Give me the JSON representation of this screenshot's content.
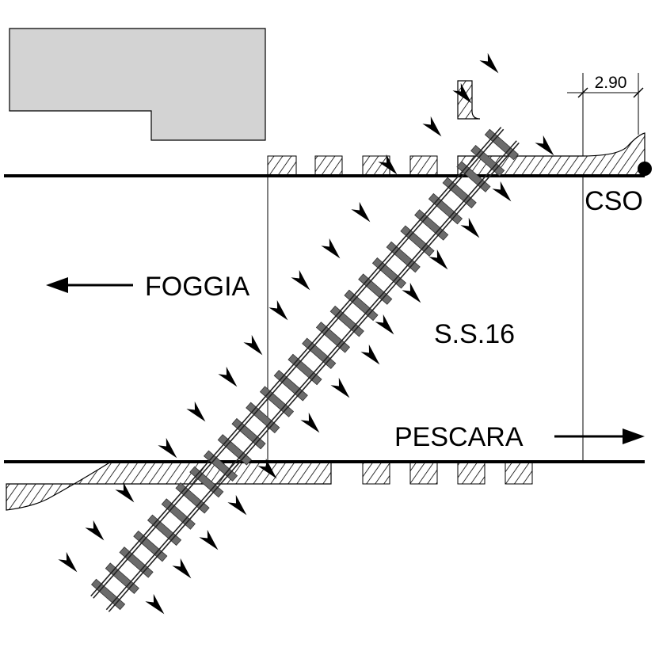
{
  "labels": {
    "dimension": "2.90",
    "point": "CSO",
    "direction_left": "FOGGIA",
    "direction_right": "PESCARA",
    "road": "S.S.16"
  },
  "colors": {
    "line": "#000000",
    "building_fill": "#d3d3d3",
    "sleeper": "#6b6b6b",
    "background": "#ffffff"
  },
  "icons": {
    "left_arrow": "arrow-left-icon",
    "right_arrow": "arrow-right-icon",
    "triangle_markers": "triangle-marker-icon",
    "end_point": "filled-dot-icon"
  }
}
